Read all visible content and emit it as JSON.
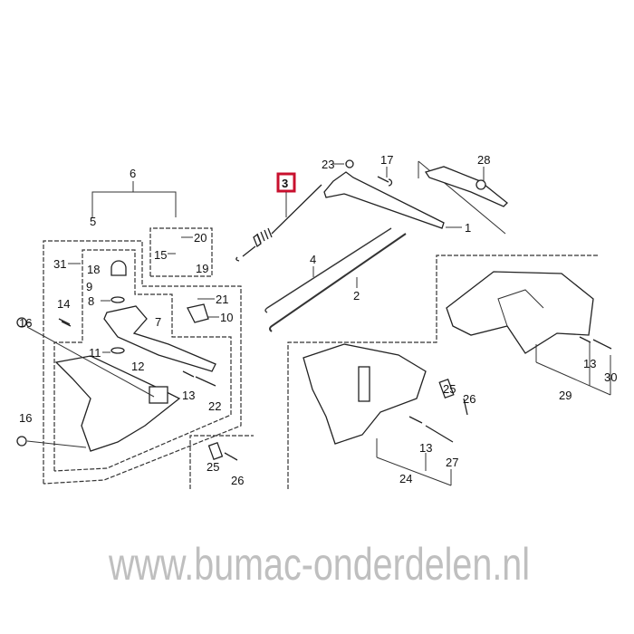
{
  "watermark": "www.bumac-onderdelen.nl",
  "highlight_color": "#c8102e",
  "highlighted_part": "3",
  "callouts": {
    "c6": "6",
    "c5": "5",
    "c20": "20",
    "c15": "15",
    "c19": "19",
    "c31": "31",
    "c18": "18",
    "c9": "9",
    "c8": "8",
    "c21": "21",
    "c10": "10",
    "c14": "14",
    "c16a": "16",
    "c7": "7",
    "c11": "11",
    "c12": "12",
    "c13a": "13",
    "c22": "22",
    "c16b": "16",
    "c25a": "25",
    "c26a": "26",
    "c3": "3",
    "c23": "23",
    "c17": "17",
    "c28": "28",
    "c1": "1",
    "c4": "4",
    "c2": "2",
    "c13b": "13",
    "c30": "30",
    "c29": "29",
    "c25b": "25",
    "c26b": "26",
    "c13c": "13",
    "c27": "27",
    "c24": "24"
  }
}
